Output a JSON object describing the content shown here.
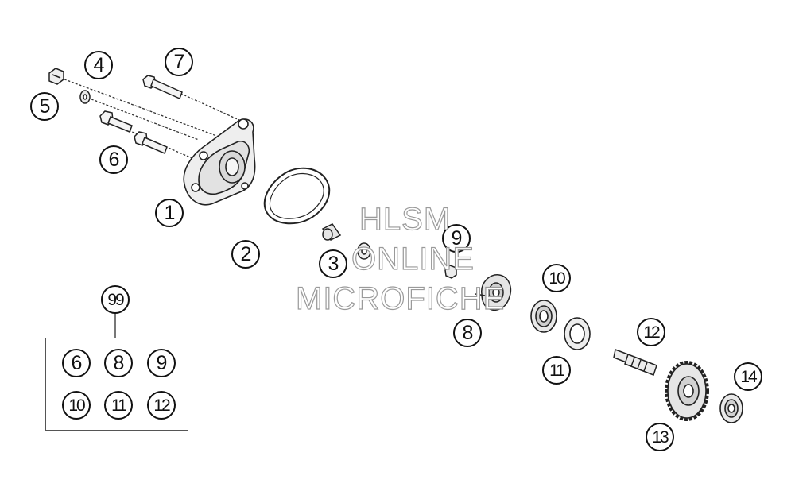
{
  "diagram": {
    "callouts": {
      "c1": "1",
      "c2": "2",
      "c3": "3",
      "c4": "4",
      "c5": "5",
      "c6": "6",
      "c7": "7",
      "c8": "8",
      "c9": "9",
      "c10": "10",
      "c11": "11",
      "c12": "12",
      "c13": "13",
      "c14": "14",
      "c99": "99"
    },
    "kit": [
      "6",
      "8",
      "9",
      "10",
      "11",
      "12"
    ],
    "watermark": [
      "HLSM",
      "ONLINE",
      "MICROFICHE"
    ]
  }
}
